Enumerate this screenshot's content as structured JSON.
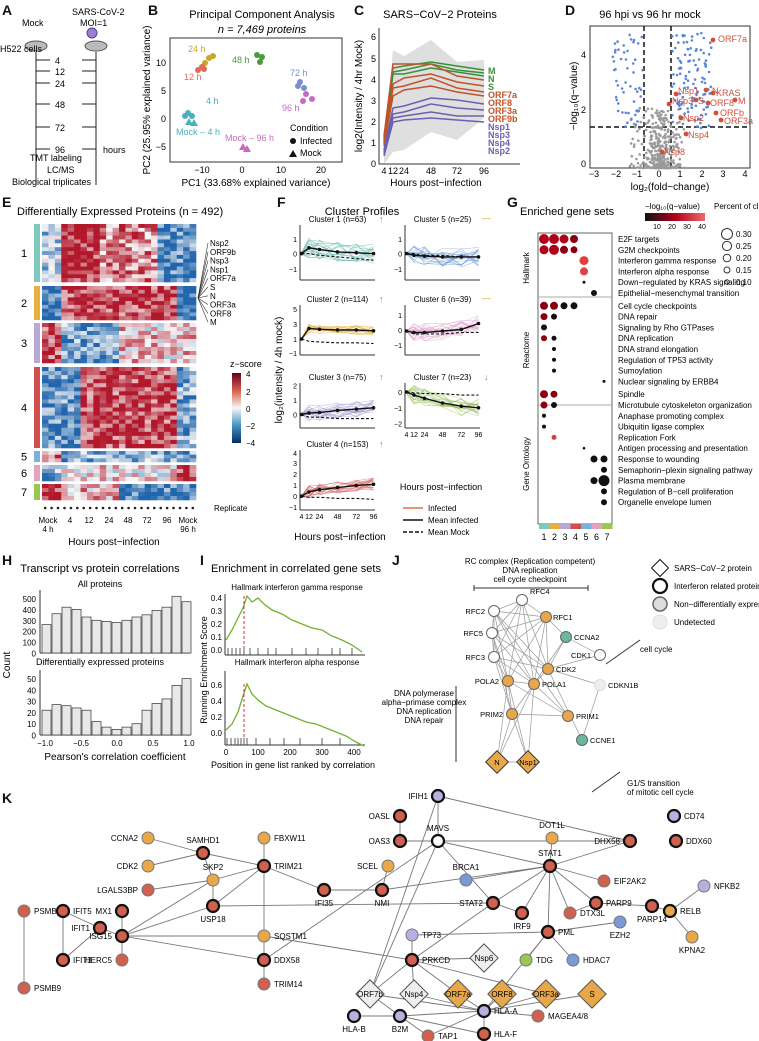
{
  "panels": {
    "A": "A",
    "B": "B",
    "C": "C",
    "D": "D",
    "E": "E",
    "F": "F",
    "G": "G",
    "H": "H",
    "I": "I",
    "J": "J",
    "K": "K"
  },
  "panelA": {
    "mock": "Mock",
    "virus": "SARS-CoV-2",
    "moi": "MOI=1",
    "cells": "H522 cells",
    "times": [
      "4",
      "12",
      "24",
      "48",
      "72",
      "96"
    ],
    "hours": "hours",
    "steps": [
      "TMT labeling",
      "LC/MS",
      "Biological triplicates"
    ]
  },
  "panelB": {
    "title": "Principal Component Analysis",
    "subtitle": "n = 7,469 proteins",
    "xlabel": "PC1 (33.68% explained variance)",
    "ylabel": "PC2 (25.95% explained variance)",
    "legend_title": "Condition",
    "legend": [
      "Infected",
      "Mock"
    ],
    "annotations": [
      "24 h",
      "12 h",
      "48 h",
      "72 h",
      "96 h",
      "4 h",
      "Mock – 4 h",
      "Mock – 96 h"
    ]
  },
  "panelC": {
    "title": "SARS−CoV−2 Proteins",
    "xlabel": "Hours post−infection",
    "ylabel": "log2(Intensity / 4hr Mock)",
    "labels": [
      {
        "t": "M",
        "c": "#3a8f3a"
      },
      {
        "t": "N",
        "c": "#3a8f3a"
      },
      {
        "t": "S",
        "c": "#3a8f3a"
      },
      {
        "t": "ORF7a",
        "c": "#c0532a"
      },
      {
        "t": "ORF8",
        "c": "#c0532a"
      },
      {
        "t": "ORF3a",
        "c": "#c0532a"
      },
      {
        "t": "ORF9b",
        "c": "#c0532a"
      },
      {
        "t": "Nsp1",
        "c": "#6a60b0"
      },
      {
        "t": "Nsp3",
        "c": "#6a60b0"
      },
      {
        "t": "Nsp4",
        "c": "#6a60b0"
      },
      {
        "t": "Nsp2",
        "c": "#6a60b0"
      }
    ]
  },
  "panelD": {
    "title": "96 hpi vs 96 hr mock",
    "xlabel": "log₂(fold−change)",
    "ylabel": "−log₁₀(q−value)",
    "labels": [
      "ORF7a",
      "N",
      "Nsp1",
      "S",
      "ORF8",
      "M",
      "Nsp3",
      "KRAS",
      "ORFb",
      "ORF3a",
      "Nsp2",
      "Nsp4",
      "Nsp8"
    ]
  },
  "panelE": {
    "title": "Differentially Expressed Proteins (n = 492)",
    "clusters": [
      "1",
      "2",
      "3",
      "4",
      "5",
      "6",
      "7"
    ],
    "genes": [
      "Nsp2",
      "ORF9b",
      "Nsp3",
      "Nsp1",
      "ORF7a",
      "S",
      "N",
      "ORF3a",
      "ORF8",
      "M"
    ],
    "xlabels": [
      "Mock 4 h",
      "4",
      "12",
      "24",
      "48",
      "72",
      "96",
      "Mock 96 h"
    ],
    "xtitle": "Hours post−infection",
    "zscore": "z−score",
    "ticks": [
      "4",
      "2",
      "0",
      "−2",
      "−4"
    ],
    "replicate": "Replicate"
  },
  "panelF": {
    "title": "Cluster Profiles",
    "ylabel": "log₂(intensity / 4h mock)",
    "xlabel": "Hours post−infection",
    "clusters": [
      "Cluster 1 (n=63)",
      "Cluster 2 (n=114)",
      "Cluster 3 (n=75)",
      "Cluster 4 (n=153)",
      "Cluster 5 (n=25)",
      "Cluster 6 (n=39)",
      "Cluster 7 (n=23)"
    ],
    "legend": [
      "Infected",
      "Mean infected",
      "Mean Mock"
    ]
  },
  "panelG": {
    "title": "Enriched gene sets",
    "scale_title": "−log₁₀(q−value)",
    "scale_ticks": [
      "10",
      "20",
      "30",
      "40"
    ],
    "size_title": "Percent of cluster",
    "sizes": [
      "0.30",
      "0.25",
      "0.20",
      "0.15",
      "0.10"
    ],
    "groups": [
      "Hallmark",
      "Reactome",
      "Gene Ontology"
    ],
    "sets": [
      "E2F targets",
      "G2M checkpoints",
      "Interferon gamma response",
      "Interferon alpha response",
      "Down−regulated by KRAS signaling",
      "Epithelial−mesenchymal transition",
      "Cell cycle checkpoints",
      "DNA repair",
      "Signaling by Rho GTPases",
      "DNA replication",
      "DNA strand elongation",
      "Regulation of TP53 activity",
      "Sumoylation",
      "Nuclear signaling by ERBB4",
      "Spindle",
      "Microtubule cytoskeleton organization",
      "Anaphase promoting complex",
      "Ubiquitin ligase complex",
      "Replication Fork",
      "Antigen processing and presentation",
      "Response to wounding",
      "Semaphorin−plexin signaling pathway",
      "Plasma membrane",
      "Regulation of B−cell proliferation",
      "Organelle envelope lumen"
    ],
    "xticks": [
      "1",
      "2",
      "3",
      "4",
      "5",
      "6",
      "7"
    ]
  },
  "panelH": {
    "title": "Transcript vs protein correlations",
    "sub1": "All proteins",
    "sub2": "Differentially expressed proteins",
    "ylabel": "Count",
    "xlabel": "Pearson's correlation coefficient",
    "ticks1": [
      "500",
      "400",
      "300",
      "200",
      "100",
      "0"
    ],
    "ticks2": [
      "50",
      "40",
      "30",
      "20",
      "10",
      "0"
    ],
    "xticks": [
      "−1.0",
      "−0.5",
      "0.0",
      "0.5",
      "1.0"
    ]
  },
  "panelI": {
    "title": "Enrichment in correlated gene sets",
    "sub1": "Hallmark interferon gamma response",
    "sub2": "Hallmark interferon alpha response",
    "ylabel": "Running Enrichment Score",
    "xlabel": "Position in gene list ranked by correlation",
    "yticks1": [
      "0.4",
      "0.3",
      "0.2",
      "0.1",
      "0.0"
    ],
    "yticks2": [
      "0.6",
      "0.4",
      "0.2",
      "0.0"
    ],
    "xticks": [
      "0",
      "100",
      "200",
      "300",
      "400"
    ]
  },
  "panelJ": {
    "title": [
      "RC complex (Replication competent)",
      "DNA replication",
      "cell cycle checkpoint"
    ],
    "left": [
      "DNA polymerase",
      "alpha−primase complex",
      "DNA replication",
      "DNA repair"
    ],
    "right1": "cell cycle",
    "right2": [
      "G1/S transition",
      "of mitotic cell cycle"
    ],
    "legend": [
      "SARS−CoV−2 protein",
      "Interferon related protein",
      "Non−differentially expressed",
      "Undetected"
    ]
  },
  "colors": {
    "infected": "#e07050",
    "mock": "#222222",
    "green": "#72b22b",
    "accent": "#c0392b"
  }
}
